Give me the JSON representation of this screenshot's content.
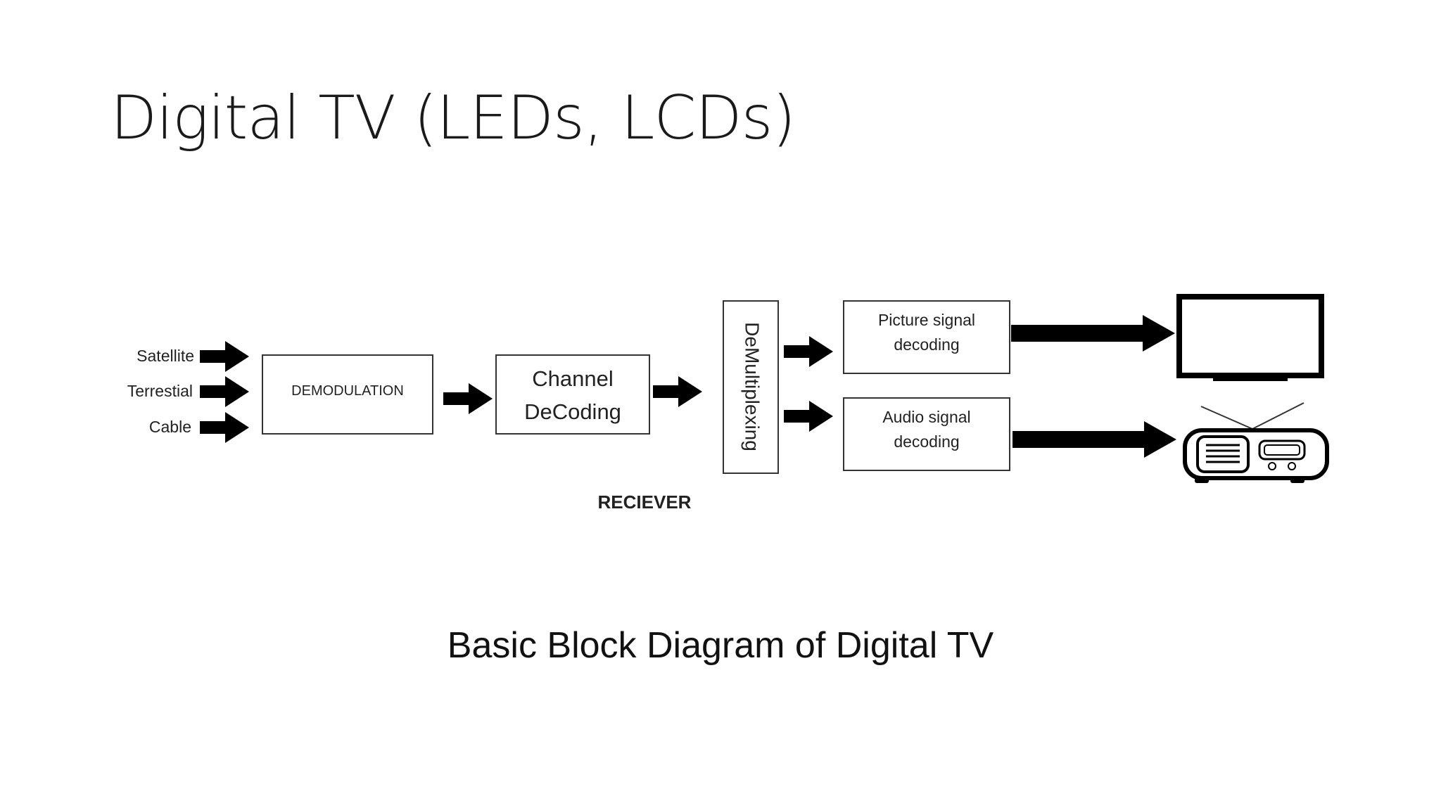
{
  "slide": {
    "title": "Digital TV (LEDs, LCDs)",
    "caption": "Basic Block Diagram of Digital TV"
  },
  "diagram": {
    "inputs": [
      "Satellite",
      "Terrestial",
      "Cable"
    ],
    "blocks": {
      "demodulation": "DEMODULATION",
      "channel_decoding": [
        "Channel",
        "DeCoding"
      ],
      "demultiplexing": "DeMultiplexing",
      "picture_decoding": [
        "Picture signal",
        "decoding"
      ],
      "audio_decoding": [
        "Audio signal",
        "decoding"
      ]
    },
    "receiver_label": "RECIEVER",
    "outputs": {
      "tv_icon": "television-icon",
      "radio_icon": "radio-icon"
    }
  }
}
